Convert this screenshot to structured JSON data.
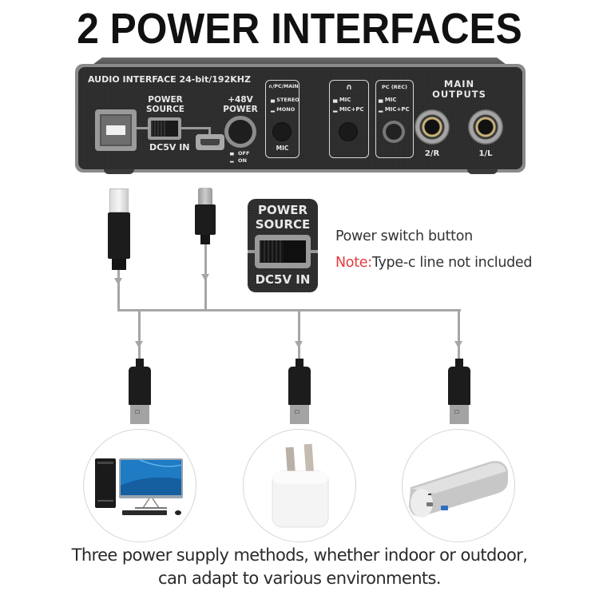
{
  "title": "2 POWER INTERFACES",
  "device": {
    "header_label": "AUDIO INTERFACE  24-bit/192KHZ",
    "power_source": {
      "line1": "POWER",
      "line2": "SOURCE",
      "bottom": "DC5V IN"
    },
    "phantom": {
      "line1": "+48V",
      "line2": "POWER",
      "off": "OFF",
      "on": "ON"
    },
    "monitor_box": {
      "header": "∩/PC/MAIN",
      "opt1": "STEREO",
      "opt2": "MONO",
      "footer": "MIC"
    },
    "headphone_box": {
      "header": "∩",
      "opt1": "MIC",
      "opt2": "MIC+PC"
    },
    "rec_box": {
      "header": "PC (REC)",
      "opt1": "MIC",
      "opt2": "MIC+PC"
    },
    "main_outputs": {
      "line1": "MAIN",
      "line2": "OUTPUTS",
      "jack_right": "2/R",
      "jack_left": "1/L"
    },
    "colors": {
      "panel": "#2b2b2b",
      "frame": "#8a8a88",
      "label": "#e8e8e8",
      "jack_gold": "#c9b27a"
    }
  },
  "callout": {
    "switch_card": {
      "line1": "POWER",
      "line2": "SOURCE",
      "bottom": "DC5V IN"
    },
    "switch_text": "Power switch button",
    "note_label": "Note:",
    "note_text": "Type-c line not included",
    "note_color": "#e23b3b"
  },
  "cables": {
    "inputs": [
      {
        "type": "USB-B",
        "icon": "usb-b-plug-icon"
      },
      {
        "type": "USB-C",
        "icon": "usb-c-plug-icon"
      }
    ],
    "outputs": [
      {
        "type": "USB-A",
        "icon": "usb-a-plug-icon"
      },
      {
        "type": "USB-A",
        "icon": "usb-a-plug-icon"
      },
      {
        "type": "USB-A",
        "icon": "usb-a-plug-icon"
      }
    ],
    "line_color": "#a6a6a6"
  },
  "power_sources": [
    {
      "name": "Desktop computer",
      "icon": "desktop-computer-icon"
    },
    {
      "name": "Wall charger",
      "icon": "wall-charger-icon"
    },
    {
      "name": "Power bank",
      "icon": "power-bank-icon"
    }
  ],
  "footer": {
    "line1": "Three power supply methods, whether indoor or outdoor,",
    "line2": "can adapt to various environments."
  }
}
